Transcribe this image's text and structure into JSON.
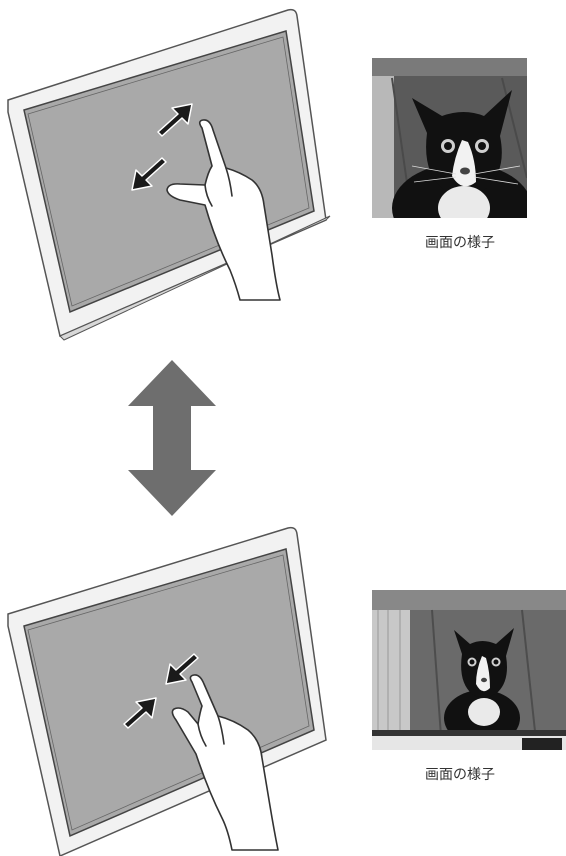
{
  "panels": [
    {
      "gesture": "pinch-out",
      "photo_caption": "画面の様子"
    },
    {
      "gesture": "pinch-in",
      "photo_caption": "画面の様子"
    }
  ],
  "colors": {
    "bezel_fill": "#f2f2f2",
    "bezel_stroke": "#555555",
    "screen_fill": "#a9a9a9",
    "arrow_dark": "#1a1a1a",
    "double_arrow": "#6e6e6e"
  },
  "icons": {
    "top_gesture": "spread-arrows-icon",
    "bottom_gesture": "pinch-arrows-icon",
    "transition": "double-vertical-arrow-icon"
  }
}
